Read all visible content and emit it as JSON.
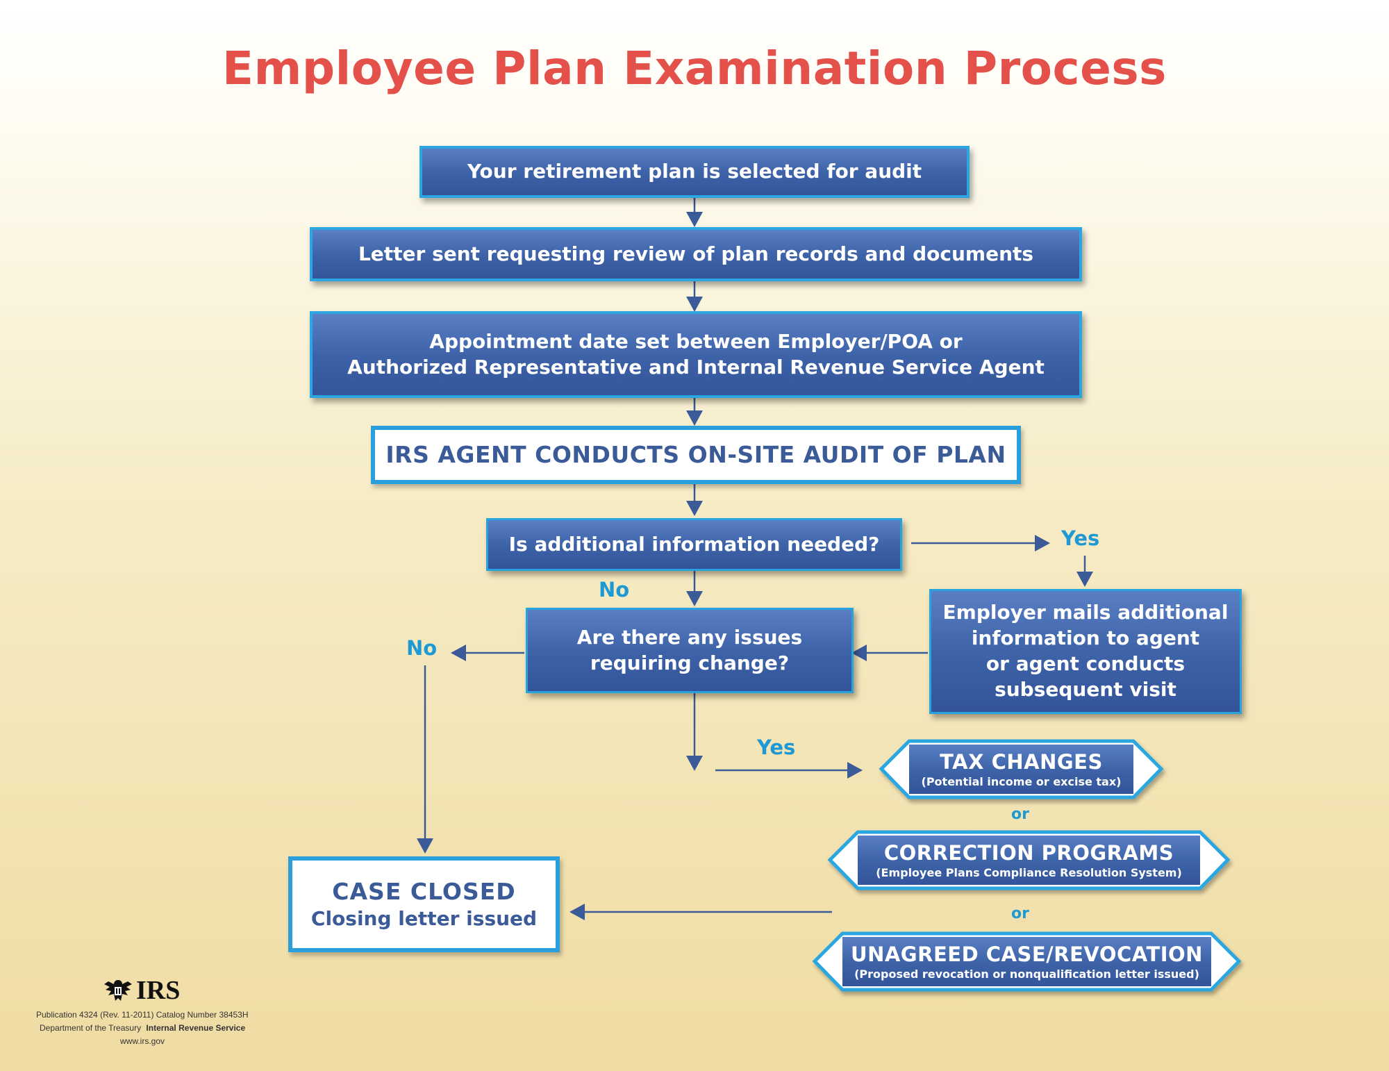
{
  "title": "Employee Plan Examination Process",
  "steps": {
    "selected": "Your retirement plan is selected for audit",
    "letter": "Letter sent requesting review of plan records and documents",
    "appointment_line1": "Appointment date set between Employer/POA or",
    "appointment_line2": "Authorized Representative and Internal Revenue Service Agent",
    "onsite": "IRS AGENT CONDUCTS ON-SITE AUDIT OF PLAN",
    "info_needed": "Is additional information needed?",
    "issues_line1": "Are there any issues",
    "issues_line2": "requiring change?",
    "employer_line1": "Employer mails additional",
    "employer_line2": "information to agent",
    "employer_line3": "or agent conducts",
    "employer_line4": "subsequent visit",
    "closed_line1": "CASE CLOSED",
    "closed_line2": "Closing letter issued"
  },
  "labels": {
    "yes_info": "Yes",
    "no_info": "No",
    "no_issues": "No",
    "yes_issues": "Yes",
    "or1": "or",
    "or2": "or"
  },
  "outcomes": [
    {
      "title": "TAX CHANGES",
      "subtitle": "(Potential income or excise tax)"
    },
    {
      "title": "CORRECTION PROGRAMS",
      "subtitle": "(Employee Plans Compliance Resolution System)"
    },
    {
      "title": "UNAGREED CASE/REVOCATION",
      "subtitle": "(Proposed revocation or nonqualification letter issued)"
    }
  ],
  "footer": {
    "logo": "IRS",
    "line1": "Publication 4324 (Rev. 11-2011)  Catalog Number 38453H",
    "line2_a": "Department of the Treasury",
    "line2_b": "Internal Revenue Service",
    "line3": "www.irs.gov"
  },
  "colors": {
    "title": "#e4504a",
    "box_fill": "#3e63a8",
    "box_border": "#2ba6e0",
    "label": "#1d9ad6",
    "arrow": "#3a5a98"
  }
}
